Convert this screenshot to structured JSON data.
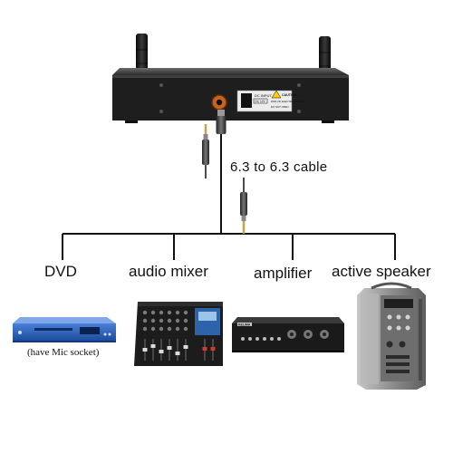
{
  "cable_label": "6.3 to 6.3 cable",
  "devices": [
    {
      "name": "DVD",
      "note": "(have Mic socket)"
    },
    {
      "name": "audio mixer"
    },
    {
      "name": "amplifier"
    },
    {
      "name": "active speaker"
    }
  ],
  "receiver_panel": {
    "input_label": "DC INPUT",
    "input_rating": "DC 12V",
    "caution_title": "CAUTION",
    "caution_text": "RISK OF ELECTRIC SHOCK",
    "caution_text2": "DO NOT OPEN"
  },
  "amplifier_brand": "KELIMA",
  "colors": {
    "wire": "#111111",
    "device_dark": "#1c1c1c",
    "dvd_blue": "#2a5fb8",
    "mixer_blue": "#3a6fb0",
    "speaker_gray": "#9a9a9a"
  }
}
